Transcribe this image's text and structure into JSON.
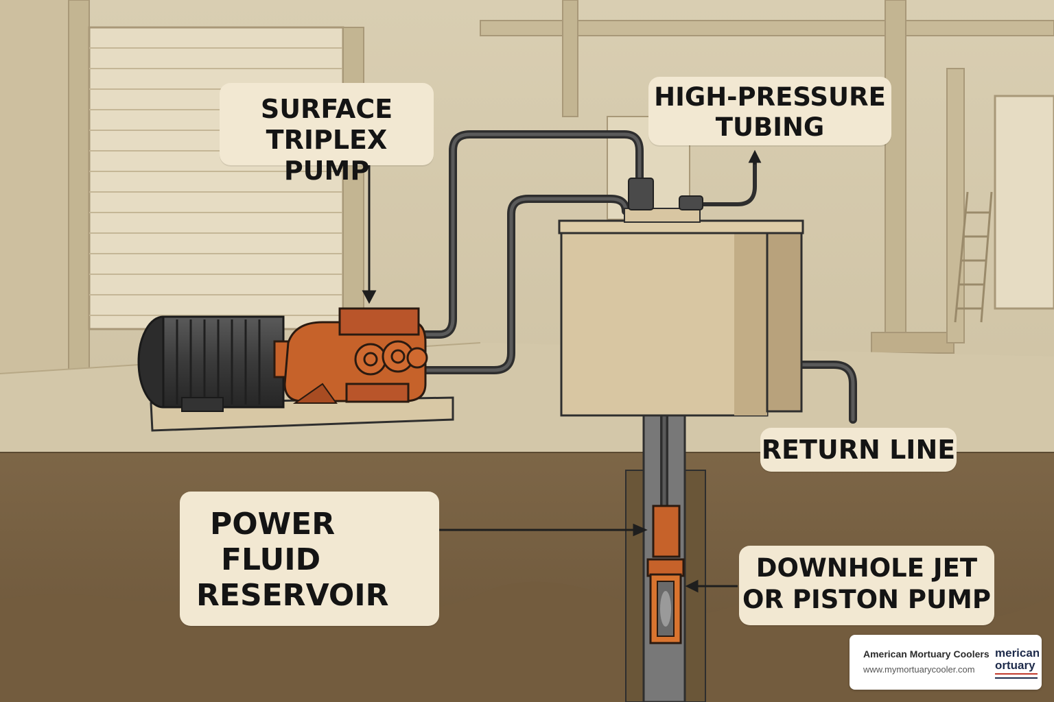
{
  "labels": {
    "surface_pump": [
      "SURFACE",
      "TRIPLEX PUMP"
    ],
    "high_pressure": [
      "HIGH-PRESSURE",
      "TUBING"
    ],
    "return_line": "RETURN LINE",
    "power_fluid": [
      "POWER",
      "FLUID",
      "RESERVOIR"
    ],
    "downhole": [
      "DOWNHOLE JET",
      "OR PISTON PUMP"
    ]
  },
  "branding": {
    "name": "American Mortuary Coolers",
    "url": "www.mymortuarycooler.com",
    "logo_text": [
      "merican",
      "ortuary"
    ]
  },
  "colors": {
    "background": "#d8cdb1",
    "ground": "#7a6343",
    "pump_orange": "#c6622a",
    "motor_gray": "#3b3b3b",
    "tubing": "#3a3a3a",
    "callout_bg": "#f2e8d2",
    "label_text": "#141414"
  },
  "icons": [
    "electric-motor",
    "triplex-pump",
    "reservoir-tank",
    "wellbore",
    "downhole-pump",
    "ladder"
  ]
}
